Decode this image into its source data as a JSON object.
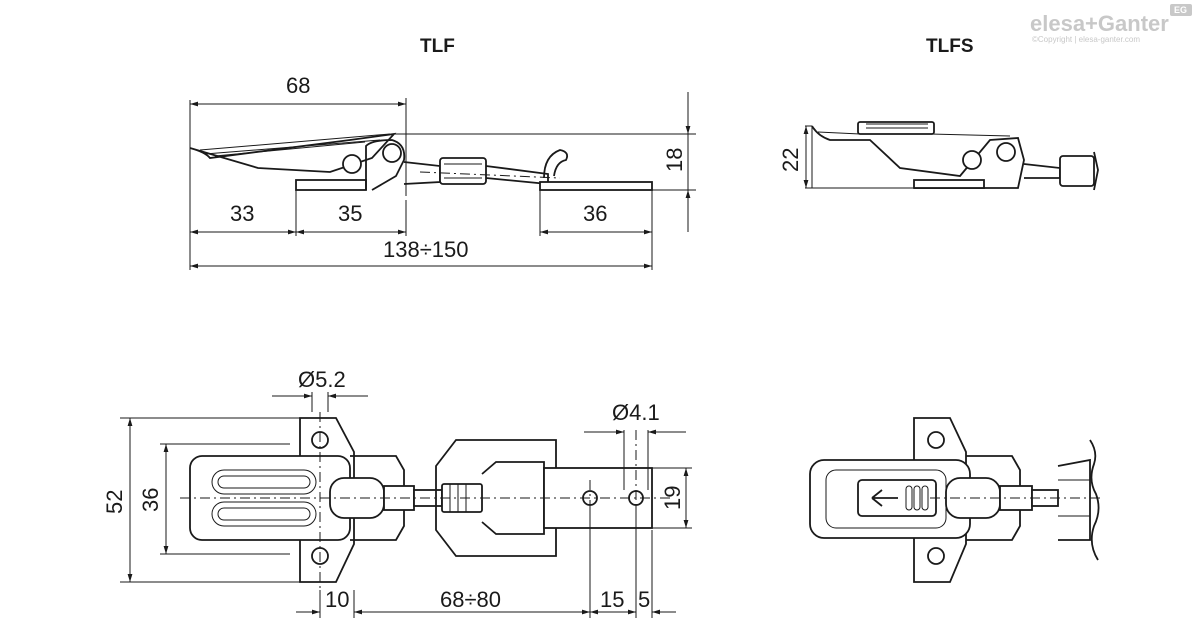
{
  "titles": {
    "left": "TLF",
    "right": "TLFS"
  },
  "logo": {
    "brand": "elesa+Ganter",
    "copyright": "©Copyright | elesa-ganter.com",
    "badge": "EG"
  },
  "dimensions": {
    "d68": "68",
    "d18": "18",
    "d33": "33",
    "d35": "35",
    "d36_top": "36",
    "d138_150": "138÷150",
    "d22": "22",
    "d5_2": "Ø5.2",
    "d4_1": "Ø4.1",
    "d52": "52",
    "d36_side": "36",
    "d19": "19",
    "d10": "10",
    "d68_80": "68÷80",
    "d15": "15",
    "d5": "5"
  }
}
